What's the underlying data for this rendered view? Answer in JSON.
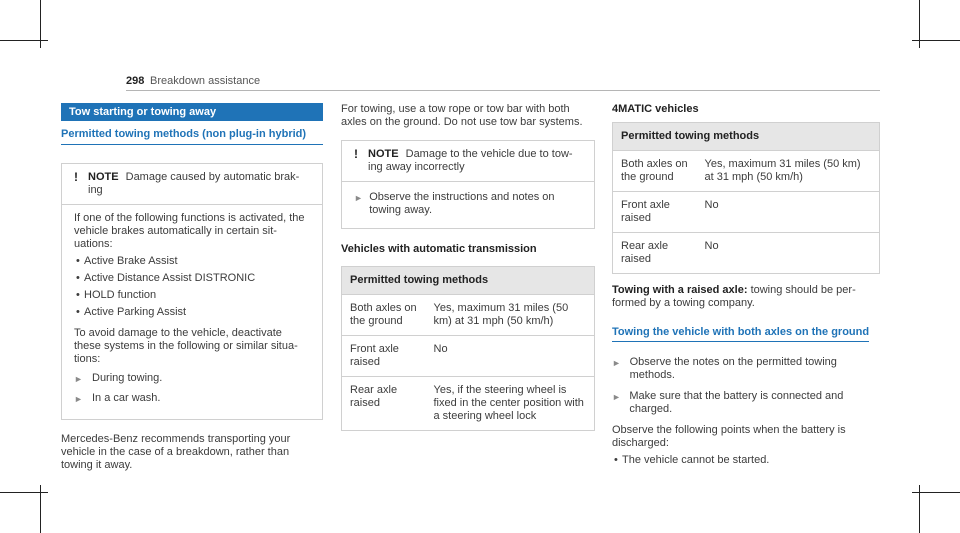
{
  "header": {
    "page_number": "298",
    "section": "Breakdown assistance"
  },
  "col1": {
    "bar_title": "Tow starting or towing away",
    "subheading": "Permitted towing methods (non plug-in hybrid)",
    "note_label": "NOTE",
    "note_text": "Damage caused by automatic brak-ing",
    "intro": "If one of the following functions is activated, the vehicle brakes automatically in certain sit-uations:",
    "functions": [
      "Active Brake Assist",
      "Active Distance Assist DISTRONIC",
      "HOLD function",
      "Active Parking Assist"
    ],
    "avoid": "To avoid damage to the vehicle, deactivate these systems in the following or similar situa-tions:",
    "situations": [
      "During towing.",
      "In a car wash."
    ],
    "recommend": "Mercedes-Benz recommends transporting your vehicle in the case of a breakdown, rather than towing it away."
  },
  "col2": {
    "intro": "For towing, use a tow rope or tow bar with both axles on the ground. Do not use tow bar systems.",
    "note_label": "NOTE",
    "note_text": "Damage to the vehicle due to tow-ing away incorrectly",
    "instruction": "Observe the instructions and notes on towing away.",
    "heading": "Vehicles with automatic transmission",
    "table_header": "Permitted towing methods",
    "rows": [
      {
        "label": "Both axles on the ground",
        "value": "Yes, maximum 31 miles (50 km) at 31 mph (50 km/h)"
      },
      {
        "label": "Front axle raised",
        "value": "No"
      },
      {
        "label": "Rear axle raised",
        "value": "Yes, if the steering wheel is fixed in the center position with a steering wheel lock"
      }
    ]
  },
  "col3": {
    "heading": "4MATIC vehicles",
    "table_header": "Permitted towing methods",
    "rows": [
      {
        "label": "Both axles on the ground",
        "value": "Yes, maximum 31 miles (50 km) at 31 mph (50 km/h)"
      },
      {
        "label": "Front axle raised",
        "value": "No"
      },
      {
        "label": "Rear axle raised",
        "value": "No"
      }
    ],
    "raised_label": "Towing with a raised axle:",
    "raised_text": "towing should be per-formed by a towing company.",
    "subheading": "Towing the vehicle with both axles on the ground",
    "steps": [
      "Observe the notes on the permitted towing methods.",
      "Make sure that the battery is connected and charged."
    ],
    "observe": "Observe the following points when the battery is discharged:",
    "points": [
      "The vehicle cannot be started."
    ]
  }
}
